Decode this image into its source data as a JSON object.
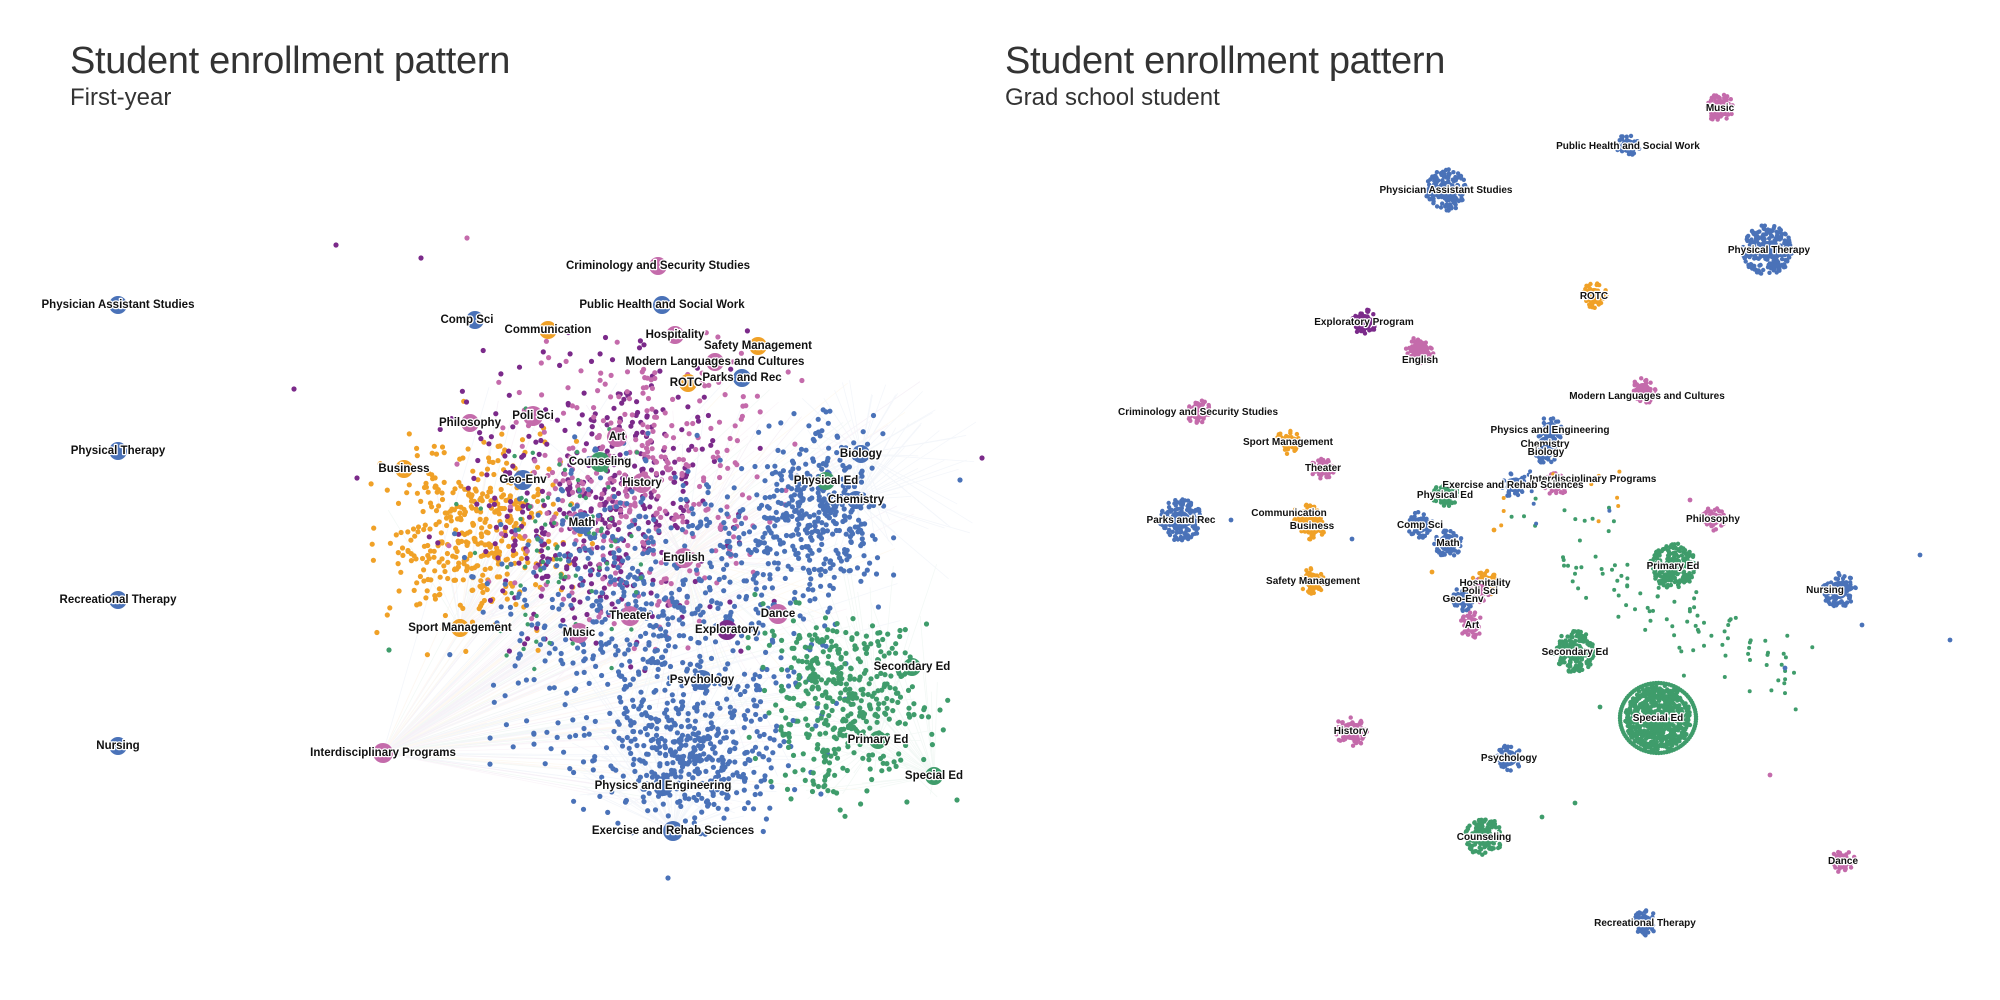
{
  "colors": {
    "blue": "#4a72b8",
    "orange": "#f0a127",
    "pink": "#c46bab",
    "purple": "#7b2a8a",
    "green": "#3f9c6b"
  },
  "panels": [
    {
      "title": "Student enrollment pattern",
      "subtitle": "First-year",
      "nodes": [
        {
          "label": "Physician Assistant Studies",
          "color": "blue"
        },
        {
          "label": "Physical Therapy",
          "color": "blue"
        },
        {
          "label": "Recreational Therapy",
          "color": "blue"
        },
        {
          "label": "Nursing",
          "color": "blue"
        },
        {
          "label": "Criminology and Security Studies",
          "color": "pink"
        },
        {
          "label": "Public Health and Social Work",
          "color": "blue"
        },
        {
          "label": "Comp Sci",
          "color": "blue"
        },
        {
          "label": "Communication",
          "color": "orange"
        },
        {
          "label": "Hospitality",
          "color": "pink"
        },
        {
          "label": "Safety Management",
          "color": "orange"
        },
        {
          "label": "Modern Languages and Cultures",
          "color": "pink"
        },
        {
          "label": "ROTC",
          "color": "orange"
        },
        {
          "label": "Parks and Rec",
          "color": "blue"
        },
        {
          "label": "Philosophy",
          "color": "pink"
        },
        {
          "label": "Poli Sci",
          "color": "pink"
        },
        {
          "label": "Art",
          "color": "pink"
        },
        {
          "label": "Counseling",
          "color": "green"
        },
        {
          "label": "Biology",
          "color": "blue"
        },
        {
          "label": "Business",
          "color": "orange"
        },
        {
          "label": "Geo-Env",
          "color": "blue"
        },
        {
          "label": "History",
          "color": "pink"
        },
        {
          "label": "Physical Ed",
          "color": "green"
        },
        {
          "label": "Chemistry",
          "color": "blue"
        },
        {
          "label": "Math",
          "color": "blue"
        },
        {
          "label": "English",
          "color": "pink"
        },
        {
          "label": "Sport Management",
          "color": "orange"
        },
        {
          "label": "Music",
          "color": "pink"
        },
        {
          "label": "Theater",
          "color": "pink"
        },
        {
          "label": "Exploratory",
          "color": "purple"
        },
        {
          "label": "Dance",
          "color": "pink"
        },
        {
          "label": "Secondary Ed",
          "color": "green"
        },
        {
          "label": "Psychology",
          "color": "blue"
        },
        {
          "label": "Primary Ed",
          "color": "green"
        },
        {
          "label": "Interdisciplinary Programs",
          "color": "pink"
        },
        {
          "label": "Special Ed",
          "color": "green"
        },
        {
          "label": "Physics and Engineering",
          "color": "blue"
        },
        {
          "label": "Exercise and Rehab Sciences",
          "color": "blue"
        }
      ]
    },
    {
      "title": "Student enrollment pattern",
      "subtitle": "Grad school student",
      "nodes": [
        {
          "label": "Music",
          "color": "pink"
        },
        {
          "label": "Public Health and Social Work",
          "color": "blue"
        },
        {
          "label": "Physician Assistant Studies",
          "color": "blue"
        },
        {
          "label": "Physical Therapy",
          "color": "blue"
        },
        {
          "label": "ROTC",
          "color": "orange"
        },
        {
          "label": "Exploratory Program",
          "color": "purple"
        },
        {
          "label": "English",
          "color": "pink"
        },
        {
          "label": "Modern Languages and Cultures",
          "color": "pink"
        },
        {
          "label": "Criminology and Security Studies",
          "color": "pink"
        },
        {
          "label": "Physics and Engineering",
          "color": "blue"
        },
        {
          "label": "Chemistry",
          "color": "blue"
        },
        {
          "label": "Sport Management",
          "color": "orange"
        },
        {
          "label": "Biology",
          "color": "blue"
        },
        {
          "label": "Theater",
          "color": "pink"
        },
        {
          "label": "Interdisciplinary Programs",
          "color": "pink"
        },
        {
          "label": "Exercise and Rehab Sciences",
          "color": "blue"
        },
        {
          "label": "Physical Ed",
          "color": "green"
        },
        {
          "label": "Parks and Rec",
          "color": "blue"
        },
        {
          "label": "Communication",
          "color": "orange"
        },
        {
          "label": "Business",
          "color": "orange"
        },
        {
          "label": "Comp Sci",
          "color": "blue"
        },
        {
          "label": "Philosophy",
          "color": "pink"
        },
        {
          "label": "Math",
          "color": "blue"
        },
        {
          "label": "Primary Ed",
          "color": "green"
        },
        {
          "label": "Safety Management",
          "color": "orange"
        },
        {
          "label": "Hospitality",
          "color": "orange"
        },
        {
          "label": "Poli Sci",
          "color": "pink"
        },
        {
          "label": "Nursing",
          "color": "blue"
        },
        {
          "label": "Geo-Env",
          "color": "blue"
        },
        {
          "label": "Art",
          "color": "pink"
        },
        {
          "label": "Secondary Ed",
          "color": "green"
        },
        {
          "label": "Special Ed",
          "color": "green"
        },
        {
          "label": "History",
          "color": "pink"
        },
        {
          "label": "Psychology",
          "color": "blue"
        },
        {
          "label": "Counseling",
          "color": "green"
        },
        {
          "label": "Dance",
          "color": "pink"
        },
        {
          "label": "Recreational Therapy",
          "color": "blue"
        }
      ]
    }
  ]
}
